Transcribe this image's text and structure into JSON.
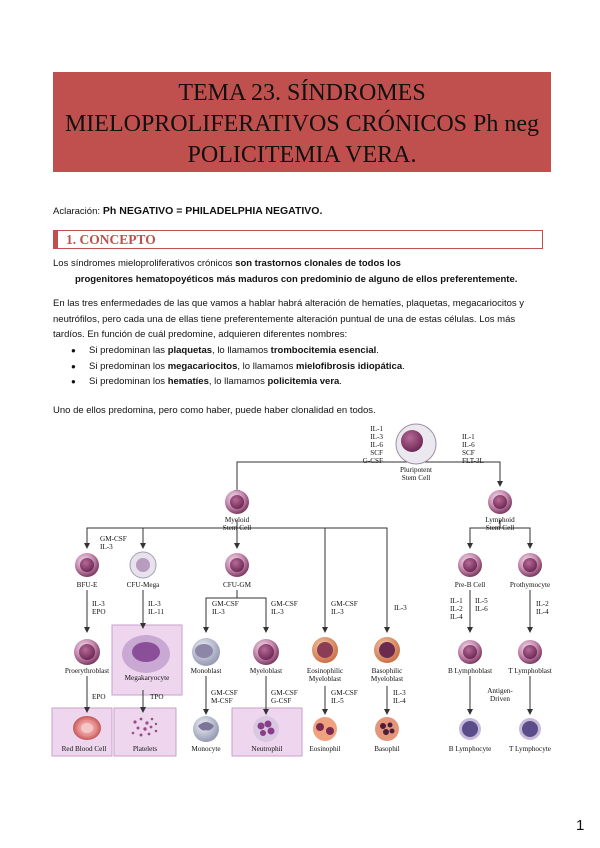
{
  "title": {
    "line1": "TEMA 23. SÍNDROMES",
    "line2": "MIELOPROLIFERATIVOS  CRÓNICOS Ph neg",
    "line3": "POLICITEMIA VERA."
  },
  "aclaracion": {
    "label": "Aclaración:",
    "text": "Ph NEGATIVO = PHILADELPHIA NEGATIVO."
  },
  "section1": {
    "heading": "1. CONCEPTO"
  },
  "paragraph1": {
    "a": "Los síndromes mieloproliferativos crónicos ",
    "b": "son trastornos clonales de todos los",
    "c": "progenitores hematopoyéticos más maduros con predominio de alguno de ellos preferentemente."
  },
  "paragraph2": "En las tres enfermedades de las que vamos a hablar habrá alteración de hematíes, plaquetas, megacariocitos y neutrófilos, pero cada una de ellas tiene preferentemente alteración puntual de una de estas células. Los más tardíos. En función de cuál predomine, adquieren diferentes nombres:",
  "bullets": [
    {
      "pre": "Si predominan las ",
      "b1": "plaquetas",
      "mid": ", lo llamamos ",
      "b2": "trombocitemia esencial",
      "post": "."
    },
    {
      "pre": "Si predominan los ",
      "b1": "megacariocitos",
      "mid": ", lo llamamos ",
      "b2": "mielofibrosis idiopática",
      "post": "."
    },
    {
      "pre": "Si predominan los ",
      "b1": "hematíes",
      "mid": ", lo llamamos ",
      "b2": "policitemia vera",
      "post": "."
    }
  ],
  "note": "Uno de ellos predomina, pero como haber, puede haber clonalidad en todos.",
  "page_number": "1",
  "colors": {
    "title_bg": "#c0504d",
    "heading": "#c0504d",
    "highlight_box": "#eed6ef",
    "cell_purple": "#9b4f7f"
  },
  "diagram": {
    "stem": {
      "label1": "Pluripotent",
      "label2": "Stem Cell"
    },
    "left_factors": [
      "IL-1",
      "IL-3",
      "IL-6",
      "SCF",
      "G-CSF"
    ],
    "right_factors": [
      "IL-1",
      "IL-6",
      "SCF",
      "FLT-3L"
    ],
    "myeloid": {
      "label1": "Myeloid",
      "label2": "Stem Cell"
    },
    "lymphoid": {
      "label1": "Lymphoid",
      "label2": "Stem Cell"
    },
    "gm_csf_top": [
      "GM-CSF",
      "IL-3"
    ],
    "row2": {
      "bfu": "BFU-E",
      "cfumega": "CFU-Mega",
      "cfugm": "CFU-GM",
      "prebcell": "Pre-B Cell",
      "prothymocyte": "Prothymocyte"
    },
    "row2_factors": {
      "bfu": [
        "IL-3",
        "EPO"
      ],
      "mega": [
        "IL-3",
        "IL-11"
      ],
      "gm_left": [
        "GM-CSF",
        "IL-3"
      ],
      "gm_right": [
        "GM-CSF",
        "IL-3"
      ],
      "eos": [
        "GM-CSF",
        "IL-3"
      ],
      "baso": [
        "IL-3"
      ],
      "b_left": [
        "IL-1",
        "IL-2",
        "IL-4"
      ],
      "b_right": [
        "IL-5",
        "IL-6"
      ],
      "t": [
        "IL-2",
        "IL-4"
      ]
    },
    "row3": {
      "proery": "Proerythroblast",
      "megakaryocyte": "Megakaryocyte",
      "monoblast": "Monoblast",
      "myeloblast": "Myeloblast",
      "eosino1": "Eosinophilic",
      "eosino2": "Myeloblast",
      "baso1": "Basophilic",
      "baso2": "Myeloblast",
      "blymphoblast": "B Lymphoblast",
      "tlymphoblast": "T Lymphoblast"
    },
    "row3_factors": {
      "epo": "EPO",
      "tpo": "TPO",
      "mono": [
        "GM-CSF",
        "M-CSF"
      ],
      "neutro": [
        "GM-CSF",
        "G-CSF"
      ],
      "eos": [
        "GM-CSF",
        "IL-5"
      ],
      "baso": [
        "IL-3",
        "IL-4"
      ],
      "antigen": [
        "Antigen-",
        "Driven"
      ]
    },
    "row4": {
      "rbc": "Red Blood Cell",
      "platelets": "Platelets",
      "monocyte": "Monocyte",
      "neutrophil": "Neutrophil",
      "eosinophil": "Eosinophil",
      "basophil": "Basophil",
      "blymphocyte": "B Lymphocyte",
      "tlymphocyte": "T Lymphocyte"
    }
  }
}
